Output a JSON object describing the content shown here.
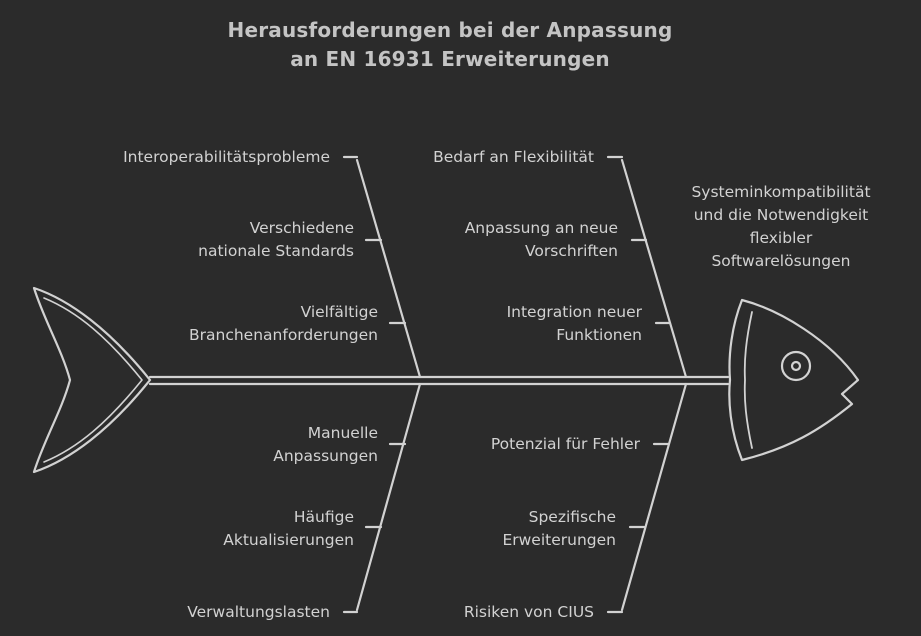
{
  "title": {
    "line1": "Herausforderungen bei der Anpassung",
    "line2": "an EN 16931 Erweiterungen"
  },
  "head_label": {
    "line1": "Systeminkompatibilität",
    "line2": "und die Notwendigkeit",
    "line3": "flexibler",
    "line4": "Softwarelösungen"
  },
  "top_left": {
    "items": [
      {
        "line1": "Interoperabilitätsprobleme"
      },
      {
        "line1": "Verschiedene",
        "line2": "nationale Standards"
      },
      {
        "line1": "Vielfältige",
        "line2": "Branchenanforderungen"
      }
    ]
  },
  "top_right": {
    "items": [
      {
        "line1": "Bedarf an Flexibilität"
      },
      {
        "line1": "Anpassung an neue",
        "line2": "Vorschriften"
      },
      {
        "line1": "Integration neuer",
        "line2": "Funktionen"
      }
    ]
  },
  "bottom_left": {
    "items": [
      {
        "line1": "Manuelle",
        "line2": "Anpassungen"
      },
      {
        "line1": "Häufige",
        "line2": "Aktualisierungen"
      },
      {
        "line1": "Verwaltungslasten"
      }
    ]
  },
  "bottom_right": {
    "items": [
      {
        "line1": "Potenzial für Fehler"
      },
      {
        "line1": "Spezifische",
        "line2": "Erweiterungen"
      },
      {
        "line1": "Risiken von CIUS"
      }
    ]
  },
  "colors": {
    "background": "#2b2b2b",
    "stroke": "#d2d2d2",
    "text": "#d2d2d2"
  }
}
